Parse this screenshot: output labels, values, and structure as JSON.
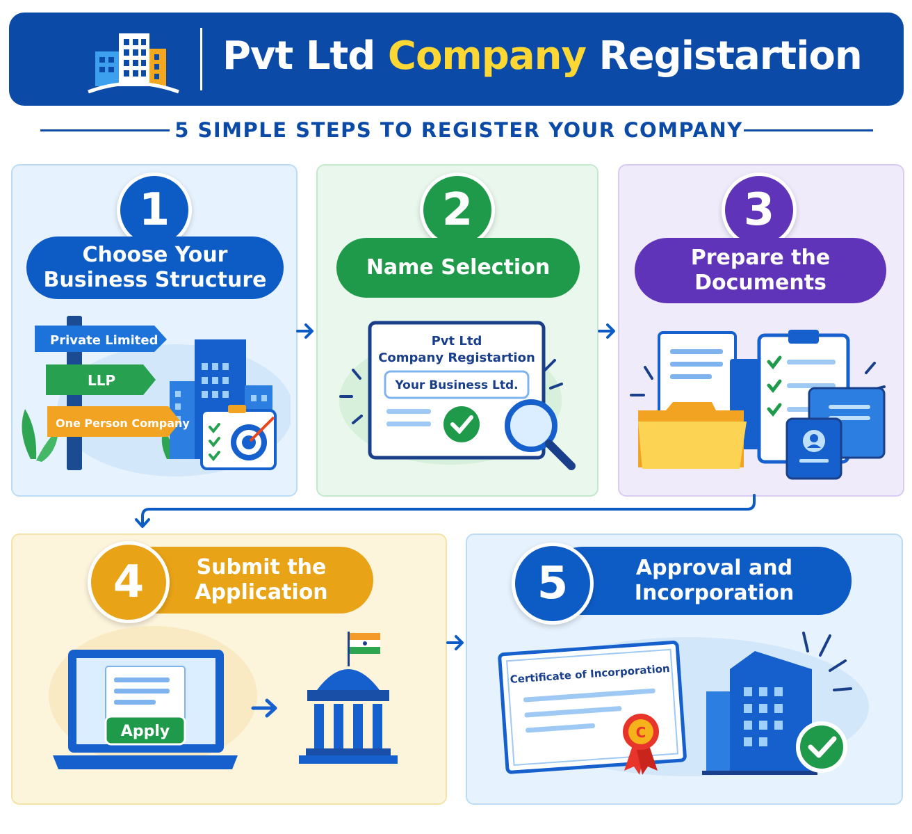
{
  "header": {
    "title_part1": "Pvt Ltd ",
    "title_highlight": "Company",
    "title_part2": " Registartion",
    "logo_icon": "buildings-icon"
  },
  "subtitle": "5 SIMPLE STEPS TO REGISTER YOUR COMPANY",
  "colors": {
    "blue": "#0d5cc6",
    "green": "#1f9a4a",
    "purple": "#6034b8",
    "orange": "#e8a317",
    "highlight": "#fdd835"
  },
  "steps": [
    {
      "number": "1",
      "title_line1": "Choose Your",
      "title_line2": "Business Structure",
      "signs": [
        "Private Limited",
        "LLP",
        "One Person Company"
      ],
      "icons": [
        "signpost-icon",
        "office-building-icon",
        "checklist-target-icon",
        "plant-icon"
      ]
    },
    {
      "number": "2",
      "title": "Name Selection",
      "doc_line1": "Pvt Ltd",
      "doc_line2": "Company Registartion",
      "name_field": "Your Business Ltd.",
      "icons": [
        "check-circle-icon",
        "magnifier-icon"
      ]
    },
    {
      "number": "3",
      "title_line1": "Prepare the",
      "title_line2": "Documents",
      "icons": [
        "document-icon",
        "folder-icon",
        "clipboard-checklist-icon",
        "id-card-icon"
      ]
    },
    {
      "number": "4",
      "title_line1": "Submit the",
      "title_line2": "Application",
      "button_label": "Apply",
      "icons": [
        "laptop-icon",
        "arrow-right-icon",
        "government-building-icon",
        "india-flag-icon"
      ]
    },
    {
      "number": "5",
      "title_line1": "Approval and",
      "title_line2": "Incorporation",
      "certificate_title": "Certificate of Incorporation",
      "seal_letter": "C",
      "icons": [
        "certificate-icon",
        "seal-ribbon-icon",
        "office-building-icon",
        "check-circle-icon"
      ]
    }
  ]
}
